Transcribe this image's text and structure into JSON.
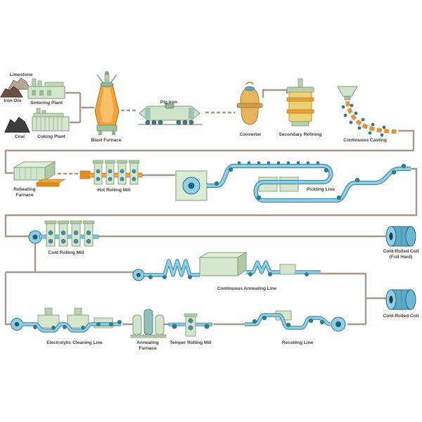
{
  "diagram": {
    "nodes": [
      {
        "id": "limestone",
        "label": "Limestone",
        "icon": "limestone-pile-icon"
      },
      {
        "id": "iron-ore",
        "label": "Iron Ore",
        "icon": "iron-ore-pile-icon"
      },
      {
        "id": "sintering-plant",
        "label": "Sintering Plant",
        "icon": "factory-icon"
      },
      {
        "id": "coal",
        "label": "Coal",
        "icon": "coal-pile-icon"
      },
      {
        "id": "coking-plant",
        "label": "Coking Plant",
        "icon": "factory-icon"
      },
      {
        "id": "blast-furnace",
        "label": "Blast Furnace",
        "icon": "blast-furnace-icon"
      },
      {
        "id": "pig-iron",
        "label": "Pig Iron",
        "icon": "torpedo-car-icon"
      },
      {
        "id": "converter",
        "label": "Converter",
        "icon": "converter-vessel-icon"
      },
      {
        "id": "secondary-refining",
        "label": "Secondary Refining",
        "icon": "ladle-furnace-icon"
      },
      {
        "id": "continuous-casting",
        "label": "Continuous Casting",
        "icon": "casting-strand-icon"
      },
      {
        "id": "reheating-furnace",
        "label": "Reheating Furnace",
        "icon": "furnace-box-icon"
      },
      {
        "id": "hot-rolling-mill",
        "label": "Hot Rolling Mill",
        "icon": "rolling-stands-icon"
      },
      {
        "id": "pickling-line",
        "label": "Pickling Line",
        "icon": "strip-line-icon"
      },
      {
        "id": "cold-rolling-mill",
        "label": "Cold Rolling Mill",
        "icon": "rolling-stands-icon"
      },
      {
        "id": "cold-rolled-coil-full-hard",
        "label": "Cold-Rolled Coil (Full Hard)",
        "icon": "coil-icon"
      },
      {
        "id": "continuous-annealing-line",
        "label": "Continuous Annealing Line",
        "icon": "strip-line-icon"
      },
      {
        "id": "electrolytic-cleaning-line",
        "label": "Electrolytic Cleaning Line",
        "icon": "strip-line-icon"
      },
      {
        "id": "annealing-furnace",
        "label": "Annealing Furnace",
        "icon": "bell-furnace-icon"
      },
      {
        "id": "temper-rolling-mill",
        "label": "Temper Rolling Mill",
        "icon": "rolling-stands-icon"
      },
      {
        "id": "recoiling-line",
        "label": "Recoiling Line",
        "icon": "strip-line-icon"
      },
      {
        "id": "cold-rolled-coil",
        "label": "Cold-Rolled Coil",
        "icon": "coil-icon"
      }
    ],
    "colors": {
      "connector": "#a6988a",
      "equipment_green": "#d4e6cc",
      "equipment_green_dark": "#aecaa4",
      "strip_blue": "#7cc4de",
      "roller_teal": "#2d7d8f",
      "hot_orange": "#f2a33a",
      "coil_blue": "#5aa8c8",
      "coal_dark": "#3e3e3e",
      "background": "#ffffff"
    }
  }
}
